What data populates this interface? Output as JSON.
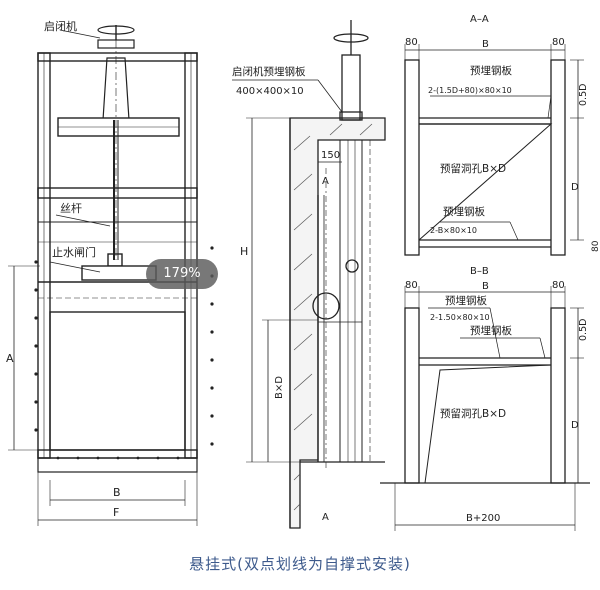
{
  "caption": "悬挂式(双点划线为自撑式安装)",
  "zoom_badge": "179%",
  "front_view": {
    "label_hoist": "启闭机",
    "label_screw": "丝杆",
    "label_seal": "止水闸门",
    "dim_A": "A",
    "dim_B": "B",
    "dim_F": "F"
  },
  "side_view": {
    "label_plate": "启闭机预埋钢板",
    "label_plate_size": "400×400×10",
    "dim_150": "150",
    "dim_H": "H",
    "dim_BxD": "B×D",
    "section_top": "A",
    "section_bottom": "A"
  },
  "section_aa": {
    "title": "A–A",
    "dim_80_left": "80",
    "dim_B": "B",
    "dim_80_right": "80",
    "label_plate1": "预埋钢板",
    "label_plate1_spec": "2-(1.5D+80)×80×10",
    "label_opening": "预留洞孔B×D",
    "label_plate2": "预埋钢板",
    "label_plate2_spec": "2-B×80×10",
    "dim_05D": "0.5D",
    "dim_D": "D",
    "dim_80_side": "80"
  },
  "section_bb": {
    "title": "B–B",
    "dim_80_left": "80",
    "dim_B": "B",
    "dim_80_right": "80",
    "label_plate1": "预埋钢板",
    "label_plate1_spec": "2-1.50×80×10",
    "label_plate2": "预埋钢板",
    "label_opening": "预留洞孔B×D",
    "dim_05D": "0.5D",
    "dim_D": "D",
    "dim_B200": "B+200"
  }
}
